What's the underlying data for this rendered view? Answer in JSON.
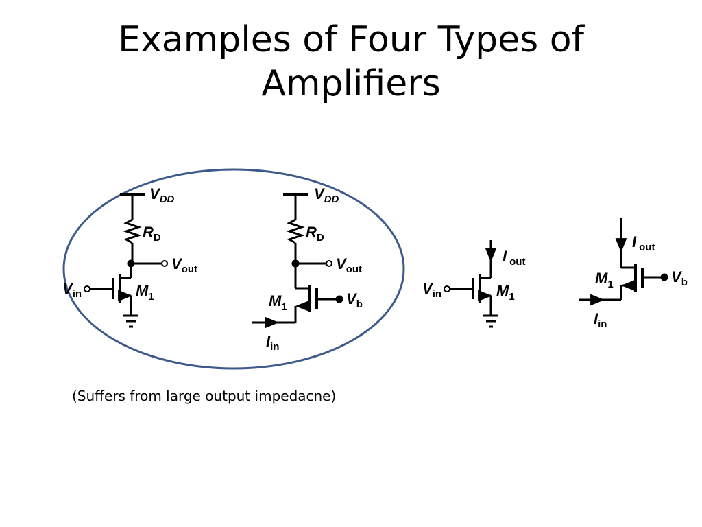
{
  "slide": {
    "title_line1": "Examples of Four Types of",
    "title_line2": "Amplifiers",
    "caption": "(Suffers from large output impedacne)"
  },
  "circuits": [
    {
      "labels": {
        "vdd_main": "V",
        "vdd_sub": "DD",
        "rd_main": "R",
        "rd_sub": "D",
        "vout_main": "V",
        "vout_sub": "out",
        "vin_main": "V",
        "vin_sub": "in",
        "m_main": "M",
        "m_sub": "1"
      }
    },
    {
      "labels": {
        "vdd_main": "V",
        "vdd_sub": "DD",
        "rd_main": "R",
        "rd_sub": "D",
        "vout_main": "V",
        "vout_sub": "out",
        "vb_main": "V",
        "vb_sub": "b",
        "m_main": "M",
        "m_sub": "1",
        "iin_main": "I",
        "iin_sub": "in"
      }
    },
    {
      "labels": {
        "iout_main": "I",
        "iout_sub": "out",
        "vin_main": "V",
        "vin_sub": "in",
        "m_main": "M",
        "m_sub": "1"
      }
    },
    {
      "labels": {
        "iout_main": "I",
        "iout_sub": "out",
        "vb_main": "V",
        "vb_sub": "b",
        "m_main": "M",
        "m_sub": "1",
        "iin_main": "I",
        "iin_sub": "in"
      }
    }
  ],
  "highlight": {
    "ellipse_color": "#3d5a8a"
  }
}
